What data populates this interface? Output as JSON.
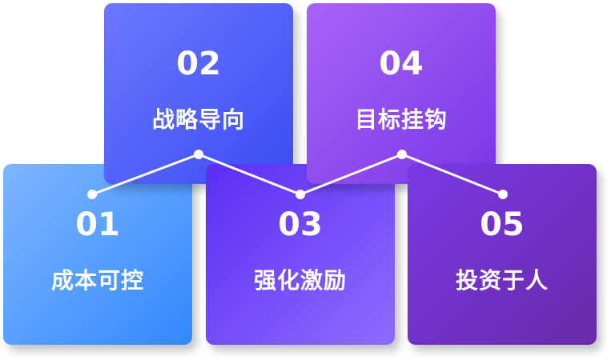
{
  "steps": [
    {
      "number": "01",
      "label": "成本可控"
    },
    {
      "number": "02",
      "label": "战略导向"
    },
    {
      "number": "03",
      "label": "强化激励"
    },
    {
      "number": "04",
      "label": "目标挂钩"
    },
    {
      "number": "05",
      "label": "投资于人"
    }
  ]
}
